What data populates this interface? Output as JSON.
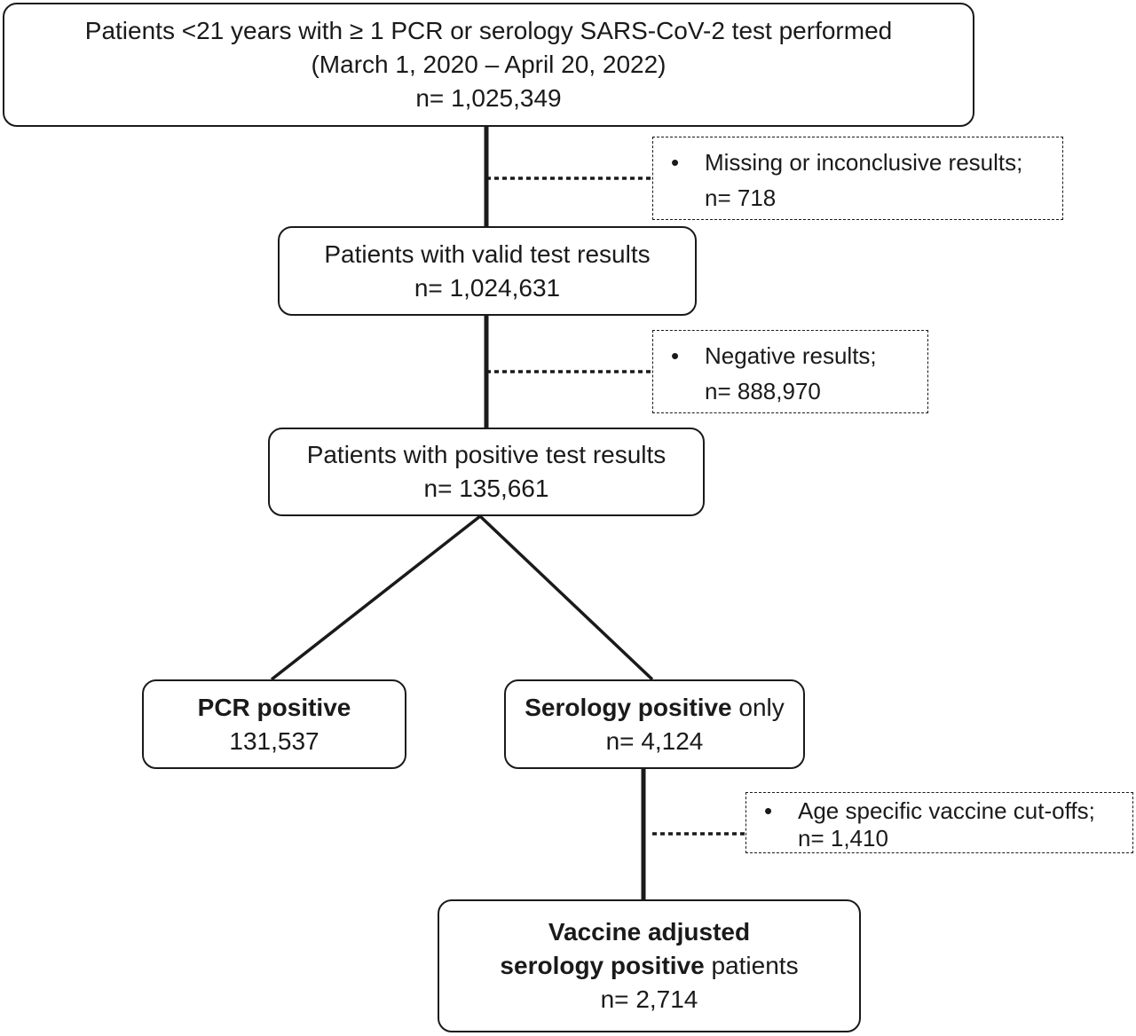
{
  "nodes": {
    "start": {
      "line1": "Patients <21 years with ≥ 1 PCR or serology SARS-CoV-2 test performed",
      "line2": "(March 1, 2020 – April 20, 2022)",
      "line3": "n= 1,025,349"
    },
    "valid": {
      "line1": "Patients with valid test results",
      "line2": "n= 1,024,631"
    },
    "positive": {
      "line1": "Patients with positive test results",
      "line2": "n= 135,661"
    },
    "pcr": {
      "title": "PCR positive",
      "count": "131,537"
    },
    "serology": {
      "title_bold": "Serology positive",
      "title_rest": " only",
      "count": "n= 4,124"
    },
    "vaccine": {
      "line1": "Vaccine adjusted",
      "line2_bold": "serology positive",
      "line2_rest": " patients",
      "count": "n= 2,714"
    }
  },
  "exclusions": {
    "missing": {
      "bullet": "•",
      "label": "Missing or inconclusive results;",
      "count": "n= 718"
    },
    "negative": {
      "bullet": "•",
      "label": "Negative results;",
      "count": "n= 888,970"
    },
    "vaccine_cutoff": {
      "bullet": "•",
      "label": "Age specific vaccine cut-offs;",
      "count": "n= 1,410"
    }
  }
}
